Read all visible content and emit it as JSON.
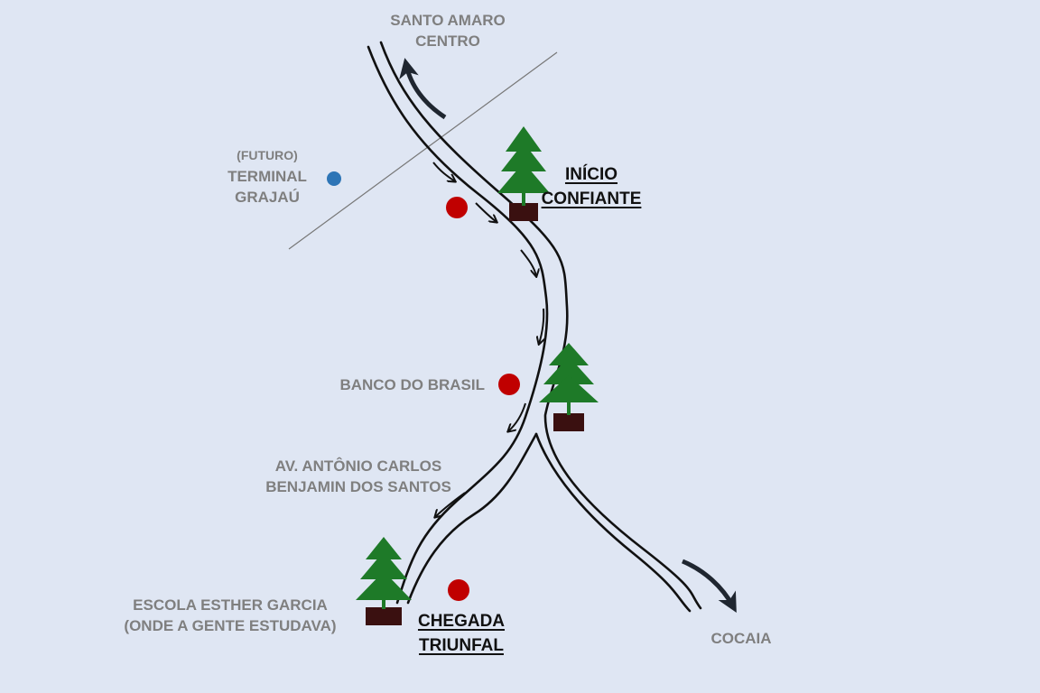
{
  "labels": {
    "santo_amaro": [
      "SANTO AMARO",
      "CENTRO"
    ],
    "terminal": [
      "(FUTURO)",
      "TERMINAL",
      "GRAJAÚ"
    ],
    "inicio": [
      "INÍCIO",
      "CONFIANTE"
    ],
    "banco": "BANCO DO BRASIL",
    "avenida": [
      "AV. ANTÔNIO CARLOS",
      "BENJAMIN DOS SANTOS"
    ],
    "escola": [
      "ESCOLA ESTHER GARCIA",
      "(ONDE A GENTE ESTUDAVA)"
    ],
    "chegada": [
      "CHEGADA",
      "TRIUNFAL"
    ],
    "cocaia": "COCAIA"
  },
  "colors": {
    "background": "#dfe6f3",
    "label": "#7f7f7f",
    "stop_marker": "#c00000",
    "future_marker": "#2e75b6",
    "tree": "#1e7a28",
    "pot": "#3a1010"
  }
}
